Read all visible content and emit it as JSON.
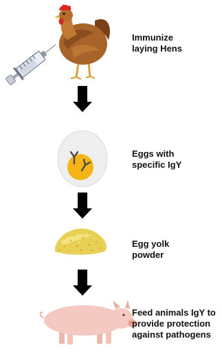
{
  "steps": [
    {
      "id": "immunize",
      "label": "Immunize\nlaying  Hens",
      "image": "hen-and-syringe"
    },
    {
      "id": "eggs",
      "label": "Eggs with\nspecific IgY",
      "image": "egg-with-antibodies"
    },
    {
      "id": "powder",
      "label": "Egg yolk\npowder",
      "image": "yolk-powder-pile"
    },
    {
      "id": "feed",
      "label": "Feed animals IgY to\nprovide protection\nagainst pathogens",
      "image": "pig"
    }
  ],
  "colors": {
    "arrow": "#000000",
    "hen_body": "#a8632a",
    "comb": "#d8281e",
    "yolk": "#f6b417",
    "egg_white": "#eeeeee",
    "powder": "#e8cf55",
    "pig": "#f4c9c1",
    "text": "#111111"
  }
}
